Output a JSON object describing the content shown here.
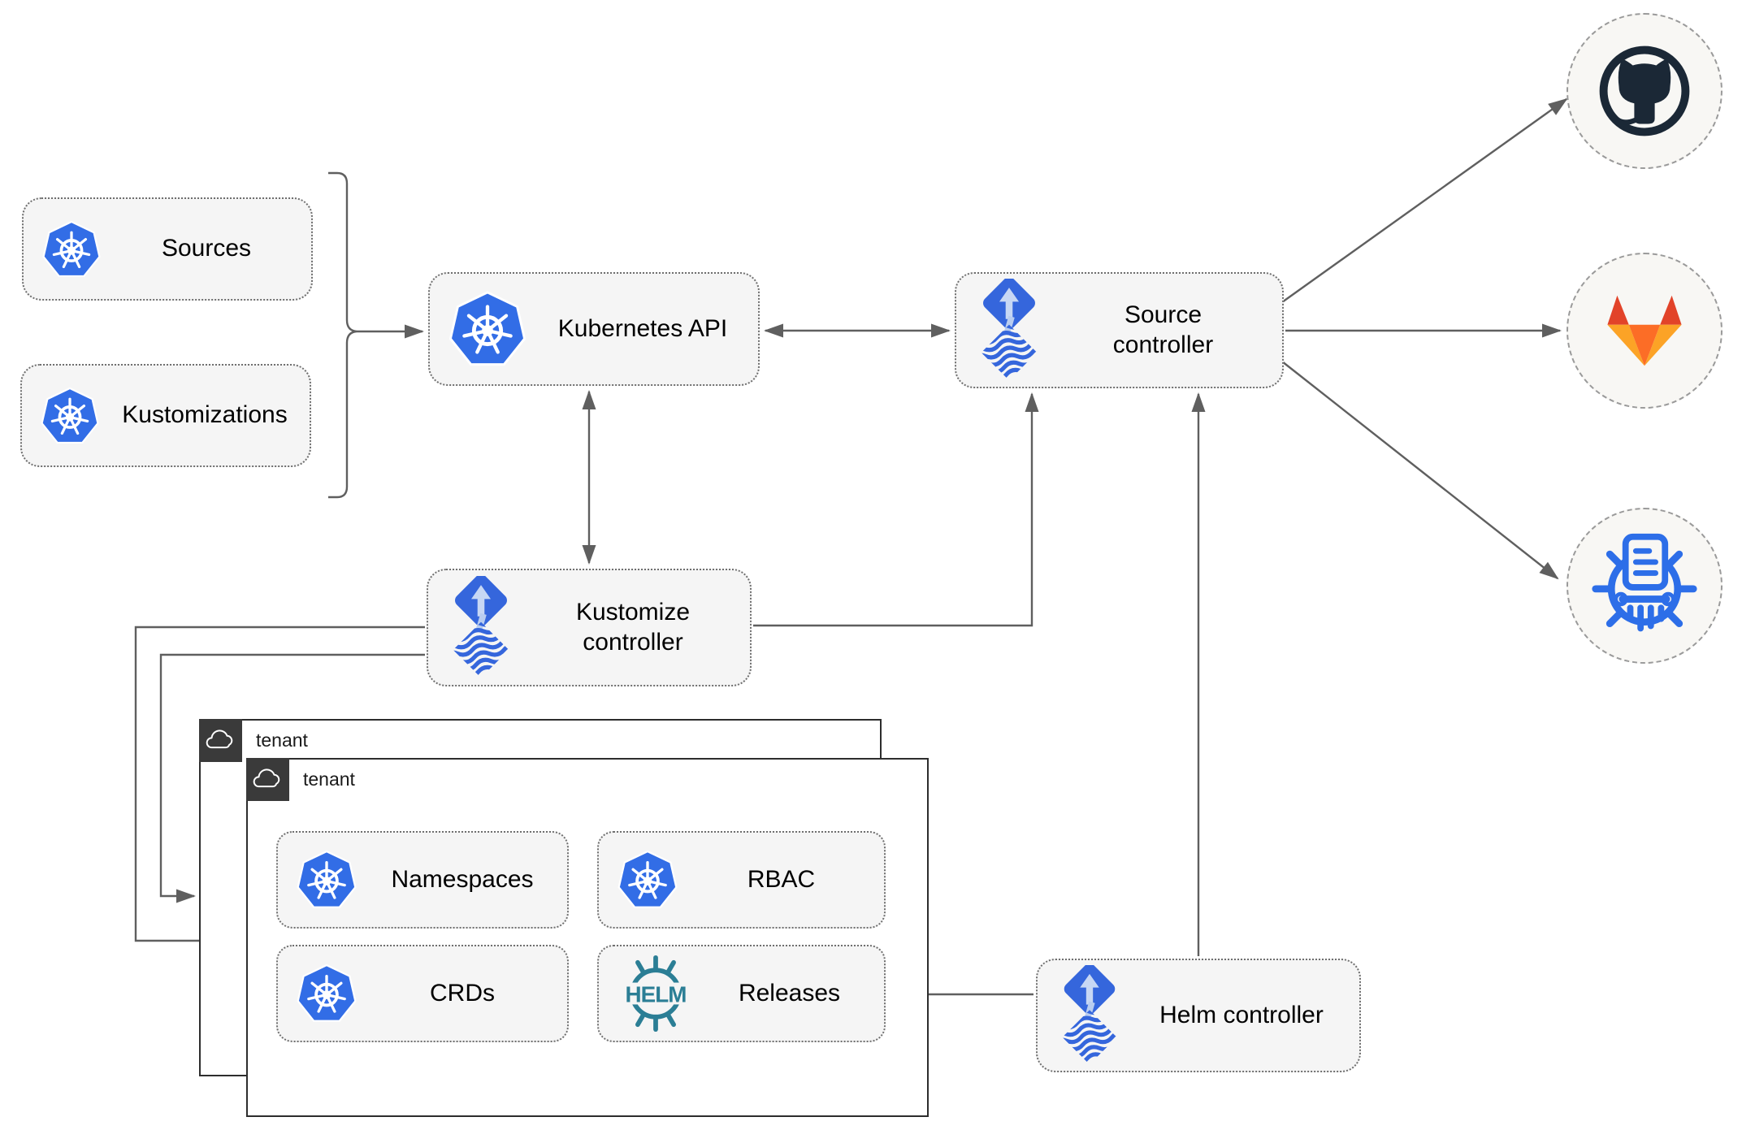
{
  "diagram": {
    "nodes": {
      "sources": "Sources",
      "kustomizations": "Kustomizations",
      "kubernetes_api": "Kubernetes API",
      "source_controller": "Source controller",
      "kustomize_controller": "Kustomize controller",
      "helm_controller": "Helm controller",
      "namespaces": "Namespaces",
      "rbac": "RBAC",
      "crds": "CRDs",
      "releases": "Releases"
    },
    "groups": {
      "tenant_back": "tenant",
      "tenant_front": "tenant"
    },
    "icons": {
      "kubernetes": "kubernetes-logo",
      "flux": "flux-logo",
      "helm": "helm-logo",
      "helm_logo_text": "HELM",
      "github": "github-logo",
      "gitlab": "gitlab-logo",
      "registry": "kustomize-wheel-logo",
      "cloud": "cloud-icon"
    },
    "colors": {
      "kubernetes_blue": "#326de6",
      "flux_blue": "#3566dc",
      "flux_light": "#c7d7f4",
      "helm_teal": "#2b7e95",
      "github_dark": "#1b2836",
      "gitlab_red_orange": "#e24329",
      "gitlab_orange": "#fc6d26",
      "gitlab_light_orange": "#fca326",
      "node_fill": "#f5f5f5",
      "connector_gray": "#5f5f5f",
      "tenant_tab_dark": "#3a3a3a"
    }
  }
}
